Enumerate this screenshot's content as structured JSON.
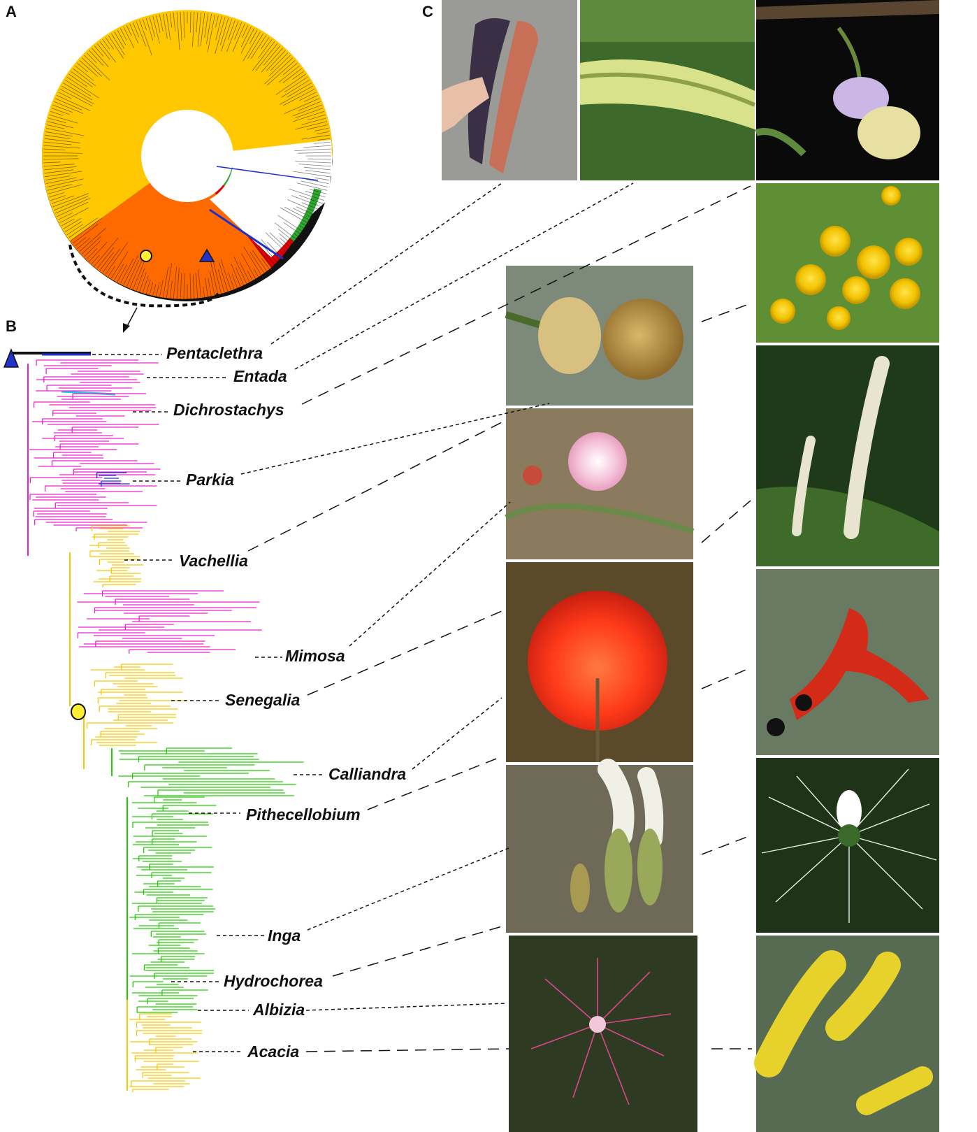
{
  "panels": {
    "a": "A",
    "b": "B",
    "c": "C"
  },
  "genera": [
    "Pentaclethra",
    "Entada",
    "Dichrostachys",
    "Parkia",
    "Vachellia",
    "Mimosa",
    "Senegalia",
    "Calliandra",
    "Pithecellobium",
    "Inga",
    "Hydrochorea",
    "Albizia",
    "Acacia"
  ],
  "colors": {
    "yellow_clade": "#ffc800",
    "orange_clade": "#ff6a00",
    "red_clade": "#e00000",
    "green_clade": "#2fa82f",
    "blue_clade": "#2030c8",
    "magenta_tree": "#ee22cc",
    "tree_yellow": "#f5c800",
    "tree_green": "#22cc00",
    "tree_blue": "#1a2fd8",
    "tree_cyan": "#22c8e8",
    "marker_circle": "#ffee33",
    "marker_triangle": "#2233cc"
  },
  "markers": {
    "circle": "circle-marker",
    "triangle": "triangle-marker"
  },
  "photos": [
    "pentaclethra-pod",
    "entada-spike",
    "dichrostachys-flower",
    "parkia-head",
    "vachellia-yellow-balls",
    "mimosa-pink-puff",
    "vachellia-spike",
    "senegalia-red-puff",
    "calliandra-red-pod",
    "pithecellobium-white",
    "inga-white-brush",
    "albizia-pink",
    "acacia-yellow-spikes"
  ]
}
